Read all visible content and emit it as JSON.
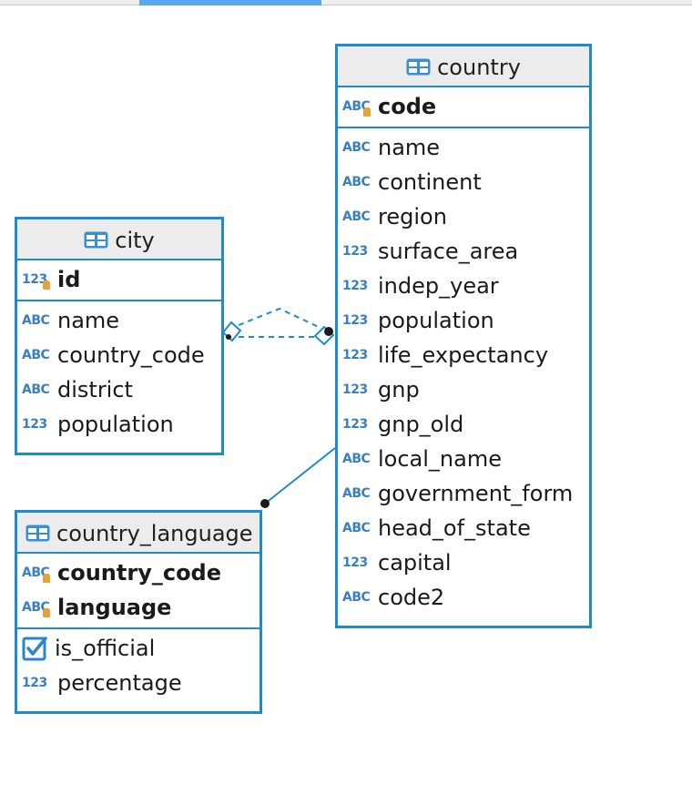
{
  "colors": {
    "table_border": "#1e8bcd",
    "header_bg": "#ececec",
    "type_label": "#3a7fc0",
    "key_icon": "#e5a23b",
    "connector": "#1e8bcd"
  },
  "tables": {
    "city": {
      "name": "city",
      "key_columns": [
        {
          "type": "123",
          "name": "id"
        }
      ],
      "columns": [
        {
          "type": "ABC",
          "name": "name"
        },
        {
          "type": "ABC",
          "name": "country_code"
        },
        {
          "type": "ABC",
          "name": "district"
        },
        {
          "type": "123",
          "name": "population"
        }
      ]
    },
    "country": {
      "name": "country",
      "key_columns": [
        {
          "type": "ABC",
          "name": "code"
        }
      ],
      "columns": [
        {
          "type": "ABC",
          "name": "name"
        },
        {
          "type": "ABC",
          "name": "continent"
        },
        {
          "type": "ABC",
          "name": "region"
        },
        {
          "type": "123",
          "name": "surface_area"
        },
        {
          "type": "123",
          "name": "indep_year"
        },
        {
          "type": "123",
          "name": "population"
        },
        {
          "type": "123",
          "name": "life_expectancy"
        },
        {
          "type": "123",
          "name": "gnp"
        },
        {
          "type": "123",
          "name": "gnp_old"
        },
        {
          "type": "ABC",
          "name": "local_name"
        },
        {
          "type": "ABC",
          "name": "government_form"
        },
        {
          "type": "ABC",
          "name": "head_of_state"
        },
        {
          "type": "123",
          "name": "capital"
        },
        {
          "type": "ABC",
          "name": "code2"
        }
      ]
    },
    "country_language": {
      "name": "country_language",
      "key_columns": [
        {
          "type": "ABC",
          "name": "country_code"
        },
        {
          "type": "ABC",
          "name": "language"
        }
      ],
      "columns": [
        {
          "type": "check",
          "name": "is_official"
        },
        {
          "type": "123",
          "name": "percentage"
        }
      ]
    }
  }
}
